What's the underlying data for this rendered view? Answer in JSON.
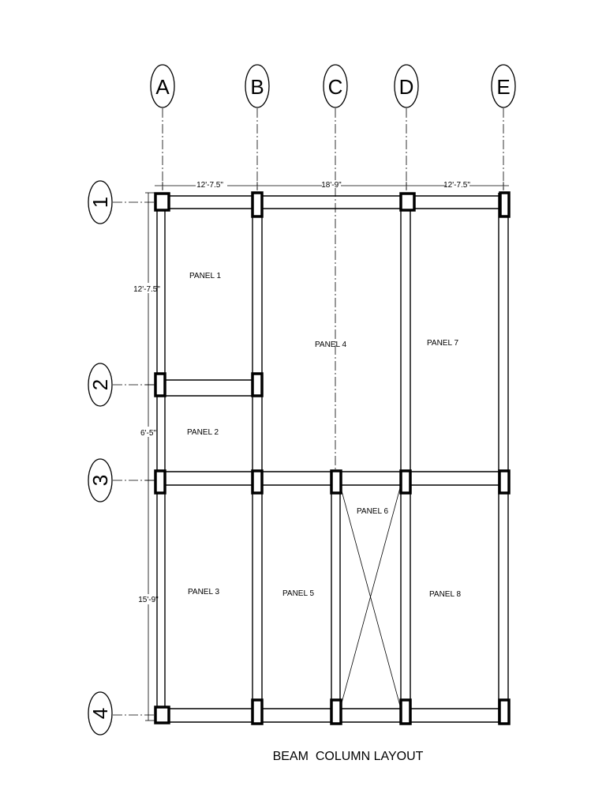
{
  "drawing": {
    "title": "BEAM  COLUMN LAYOUT",
    "grid_columns": [
      "A",
      "B",
      "C",
      "D",
      "E"
    ],
    "grid_rows": [
      "1",
      "2",
      "3",
      "4"
    ],
    "dimensions": {
      "top": [
        "12'-7.5\"",
        "18'-9\"",
        "12'-7.5\""
      ],
      "left": [
        "12'-7.5\"",
        "6'-5\"",
        "15'-9\""
      ]
    },
    "panels": [
      "PANEL 1",
      "PANEL 2",
      "PANEL 3",
      "PANEL 4",
      "PANEL 5",
      "PANEL 6",
      "PANEL 7",
      "PANEL 8"
    ]
  }
}
